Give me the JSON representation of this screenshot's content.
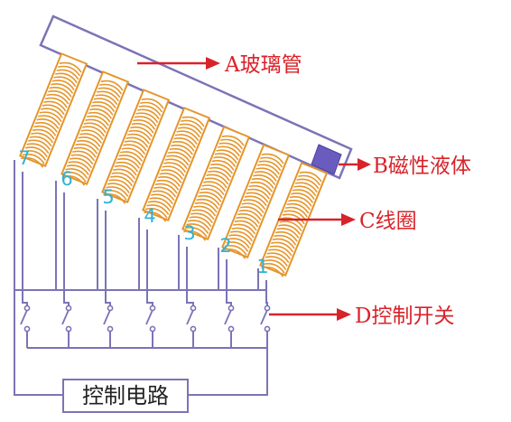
{
  "labels": {
    "glass_tube": "A玻璃管",
    "magnetic_fluid": "B磁性液体",
    "coil": "C线圈",
    "control_switch": "D控制开关",
    "control_circuit": "控制电路"
  },
  "coils": [
    "1",
    "2",
    "3",
    "4",
    "5",
    "6",
    "7"
  ],
  "colors": {
    "wire": "#7b74b5",
    "coil": "#e5952a",
    "fluid": "#6a5bbf",
    "label": "#d8232a",
    "number": "#2db3d6"
  }
}
